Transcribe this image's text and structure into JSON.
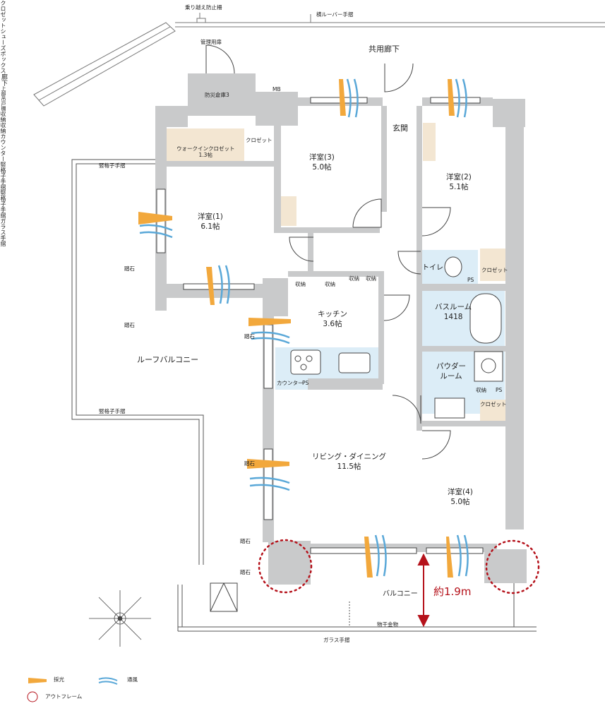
{
  "colors": {
    "wall": "#c9cacb",
    "water": "#dcedf7",
    "storage": "#f3e6d2",
    "light": "#f2a83c",
    "wind": "#5aa8d8",
    "outframe": "#b5121b",
    "dim": "#b5121b"
  },
  "top": {
    "anti_climb_fence": "乗り越え防止柵",
    "horizontal_louver_rail": "横ルーバー手摺",
    "common_corridor": "共用廊下",
    "maintenance_door": "管理用扉"
  },
  "rooms": {
    "storage3": "防災倉庫3",
    "mb": "MB",
    "wic_line1": "ウォークインクロゼット",
    "wic_line2": "1.3帖",
    "w1_name": "洋室(1)",
    "w1_size": "6.1帖",
    "w3_name": "洋室(3)",
    "w3_size": "5.0帖",
    "genkan": "玄関",
    "shoes_box": "シューズボックス",
    "w2_name": "洋室(2)",
    "w2_size": "5.1帖",
    "hall": "廊下",
    "toilet": "トイレ",
    "kitchen_name": "キッチン",
    "kitchen_size": "3.6帖",
    "bath_name": "バスルーム",
    "bath_size": "1418",
    "powder_line1": "パウダー",
    "powder_line2": "ルーム",
    "ld_name": "リビング・ダイニング",
    "ld_size": "11.5帖",
    "w4_name": "洋室(4)",
    "w4_size": "5.0帖",
    "roof_balcony": "ルーフバルコニー",
    "balcony": "バルコニー"
  },
  "storage": {
    "closet": "クロゼット",
    "shuno": "収納",
    "ps": "PS",
    "counter": "カウンター",
    "upper_storage": "上部吊戸棚"
  },
  "railings": {
    "vertical_lattice": "竪格子手摺",
    "glass": "ガラス手摺",
    "drying_hardware": "物干金物"
  },
  "stepping_stone": "踏石",
  "dimension": "約1.9m",
  "legend": {
    "light": "採光",
    "wind": "通風",
    "outframe": "アウトフレーム"
  }
}
